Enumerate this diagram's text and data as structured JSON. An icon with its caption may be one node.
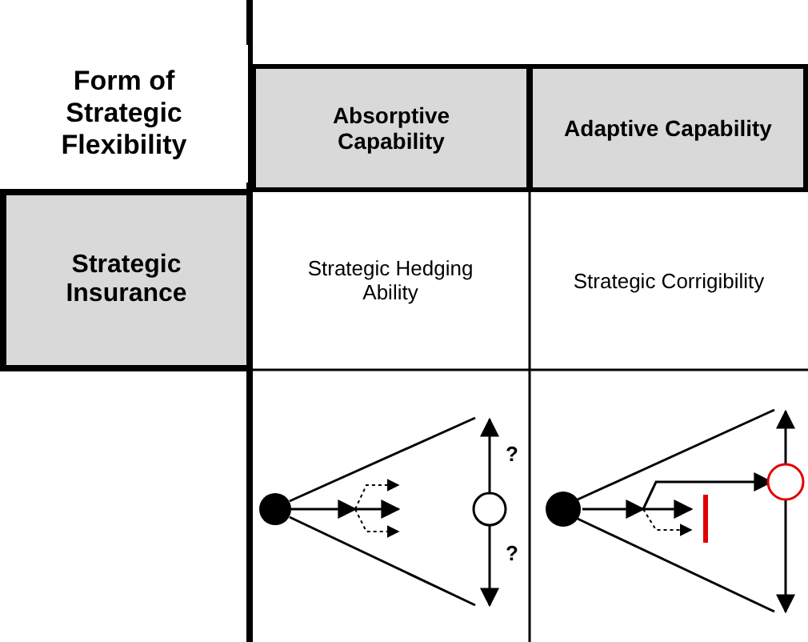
{
  "diagram": {
    "nodes": [
      {
        "text": [
          "Form of Strategic Flexibility"
        ]
      },
      {
        "text": [
          "Absorptive Capability"
        ]
      },
      {
        "text": [
          "Adaptive Capability"
        ]
      },
      {
        "text": [
          "Strategic Insurance"
        ]
      },
      {
        "text": [
          "Strategic Hedging Ability"
        ]
      },
      {
        "text": [
          "Strategic Corrigibility"
        ]
      }
    ],
    "edges": [],
    "labels": [
      "?",
      "?"
    ]
  }
}
